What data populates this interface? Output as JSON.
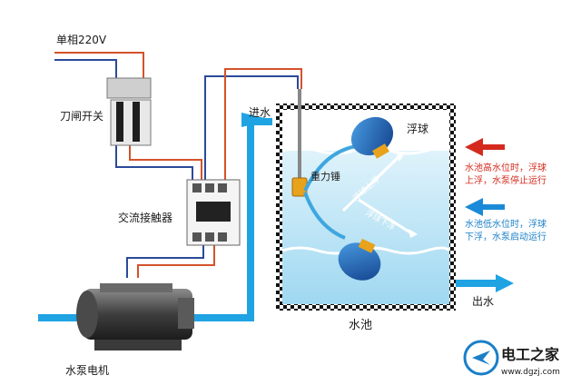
{
  "labels": {
    "power": "单相220V",
    "switch": "刀闸开关",
    "contactor": "交流接触器",
    "motor": "水泵电机",
    "inlet": "进水",
    "outlet": "出水",
    "pool": "水池",
    "float": "浮球",
    "weight": "重力锤",
    "float_up": "浮球上浮",
    "float_down": "浮球下浮"
  },
  "notes": {
    "high_line1": "水池高水位时，浮球",
    "high_line2": "上浮，水泵停止运行",
    "low_line1": "水池低水位时，浮球",
    "low_line2": "下浮，水泵启动运行"
  },
  "watermark": {
    "brand": "电工之家",
    "url": "www.dgzj.com"
  },
  "colors": {
    "wire_blue": "#2a4a9a",
    "wire_red": "#d4522a",
    "pipe": "#1fa3e3",
    "water": "#bfe6f7",
    "float": "#1f6fc2",
    "arrow_red": "#d42a1e",
    "arrow_blue": "#1a8ad8",
    "text_blue": "#1a7fc8",
    "text_red": "#d42a1e"
  }
}
